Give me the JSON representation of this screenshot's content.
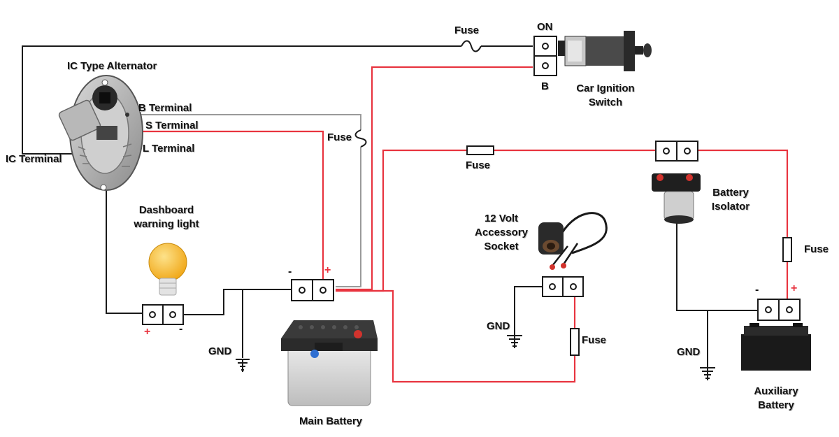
{
  "components": {
    "alternator": {
      "title": "IC Type Alternator",
      "b_terminal": "B Terminal",
      "s_terminal": "S Terminal",
      "l_terminal": "L Terminal",
      "ic_terminal": "IC Terminal"
    },
    "warning_light": {
      "line1": "Dashboard",
      "line2": "warning light",
      "plus": "+",
      "minus": "-"
    },
    "main_battery": {
      "label": "Main Battery",
      "minus": "-",
      "plus": "+"
    },
    "ignition_switch": {
      "line1": "Car Ignition",
      "line2": "Switch",
      "on_label": "ON",
      "b_label": "B"
    },
    "accessory_socket": {
      "line1": "12 Volt",
      "line2": "Accessory",
      "line3": "Socket"
    },
    "battery_isolator": {
      "line1": "Battery",
      "line2": "Isolator"
    },
    "auxiliary_battery": {
      "line1": "Auxiliary",
      "line2": "Battery",
      "minus": "-",
      "plus": "+"
    },
    "fuses": {
      "ignition": "Fuse",
      "s_terminal": "Fuse",
      "isolator_feed": "Fuse",
      "auxiliary": "Fuse",
      "socket": "Fuse"
    },
    "grounds": {
      "main": "GND",
      "socket": "GND",
      "auxiliary": "GND"
    }
  },
  "colors": {
    "power_wire": "#e8343f",
    "signal_wire": "#1a1a1a",
    "terminal_fill": "#ffffff",
    "lamp_glass": "#f6b21c"
  }
}
